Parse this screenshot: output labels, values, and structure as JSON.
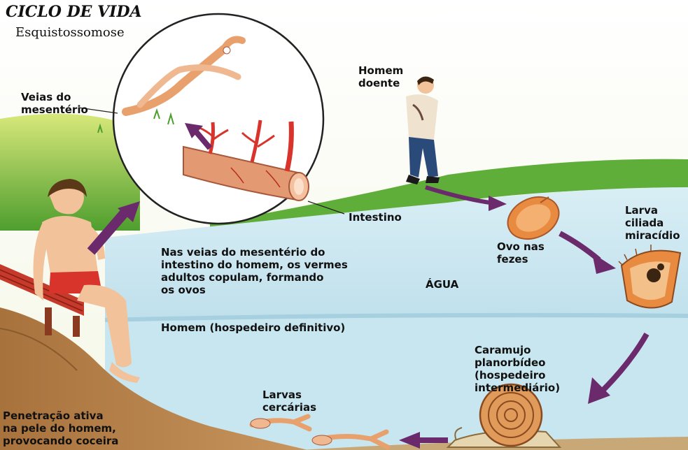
{
  "title": "CICLO DE VIDA",
  "subtitle": "Esquistossomose",
  "labels": {
    "veias": "Veias do\nmesentério",
    "homem_doente": "Homem\ndoente",
    "intestino": "Intestino",
    "larva_ciliada": "Larva\nciliada\nmiracídio",
    "ovo": "Ovo nas\nfezes",
    "veias_texto": "Nas veias do mesentério do\nintestino do homem, os vermes\nadultos copulam, formando\nos ovos",
    "agua": "ÁGUA",
    "hospedeiro_definitivo": "Homem (hospedeiro definitivo)",
    "caramujo": "Caramujo\nplanorbídeo\n(hospedeiro\nintermediário)",
    "cercarias": "Larvas\ncercárias",
    "penetracao": "Penetração ativa\nna pele do homem,\nprovocando coceira"
  },
  "colors": {
    "water": "#cfe8f2",
    "grass": "#5fae3a",
    "ground": "#b58450",
    "arrow": "#6b2a6b",
    "vein": "#d8342c",
    "intestine": "#e39a72"
  }
}
